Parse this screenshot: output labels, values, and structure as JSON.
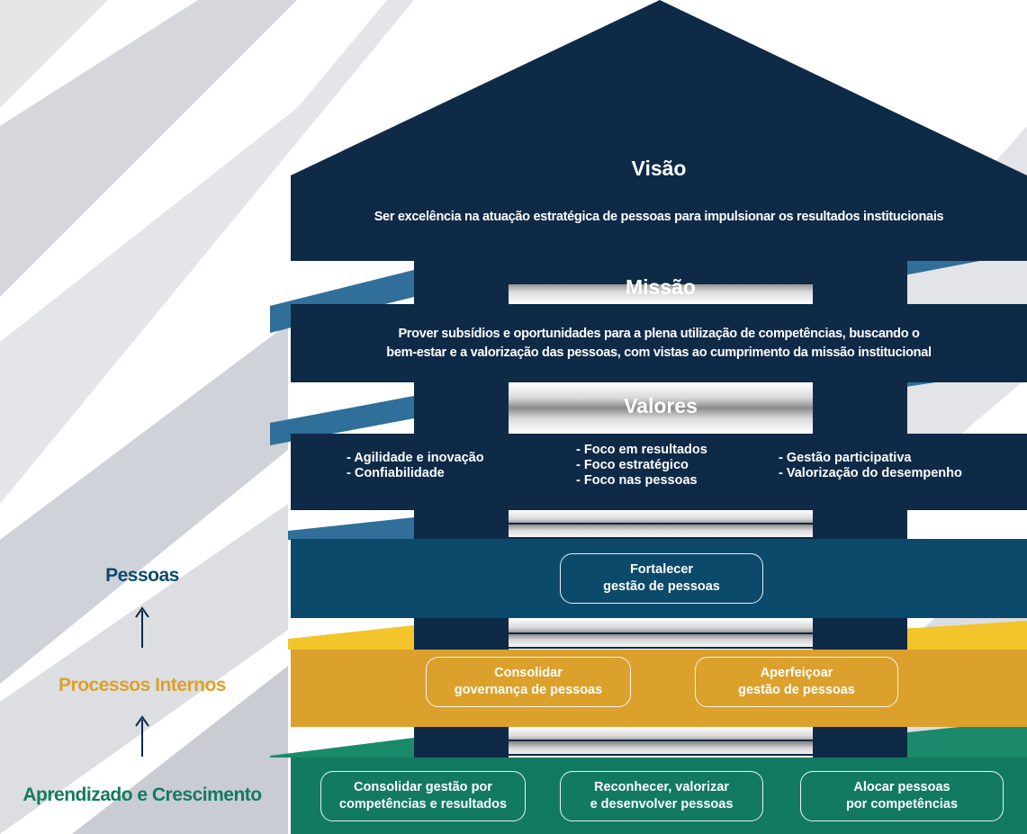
{
  "vision": {
    "title": "Visão",
    "text": "Ser excelência na atuação estratégica de pessoas para impulsionar os resultados institucionais"
  },
  "mission": {
    "title": "Missão",
    "line1": "Prover subsídios e oportunidades para a plena utilização de competências, buscando o",
    "line2": "bem-estar e a valorização das pessoas, com vistas ao cumprimento da missão institucional"
  },
  "values": {
    "title": "Valores",
    "col1": [
      "- Agilidade e inovação",
      "- Confiabilidade"
    ],
    "col2": [
      "- Foco em resultados",
      "- Foco estratégico",
      "- Foco nas pessoas"
    ],
    "col3": [
      "- Gestão participativa",
      "- Valorização  do desempenho"
    ]
  },
  "perspectives": {
    "pessoas": {
      "label": "Pessoas",
      "objectives": [
        {
          "line1": "Fortalecer",
          "line2": "gestão de  pessoas"
        }
      ]
    },
    "processos": {
      "label": "Processos Internos",
      "objectives": [
        {
          "line1": "Consolidar",
          "line2": "governança de pessoas"
        },
        {
          "line1": "Aperfeiçoar",
          "line2": "gestão de pessoas"
        }
      ]
    },
    "aprendizado": {
      "label": "Aprendizado e Crescimento",
      "objectives": [
        {
          "line1": "Consolidar  gestão por",
          "line2": "competências e resultados"
        },
        {
          "line1": "Reconhecer, valorizar",
          "line2": "e desenvolver pessoas"
        },
        {
          "line1": "Alocar pessoas",
          "line2": "por competências"
        }
      ]
    }
  },
  "colors": {
    "navy": "#0e2a47",
    "teal_blue": "#0c4a6b",
    "gold": "#dca02c",
    "green": "#137a62",
    "label_blue": "#0c4a6b",
    "label_gold": "#dca02c",
    "label_green": "#137a62"
  }
}
